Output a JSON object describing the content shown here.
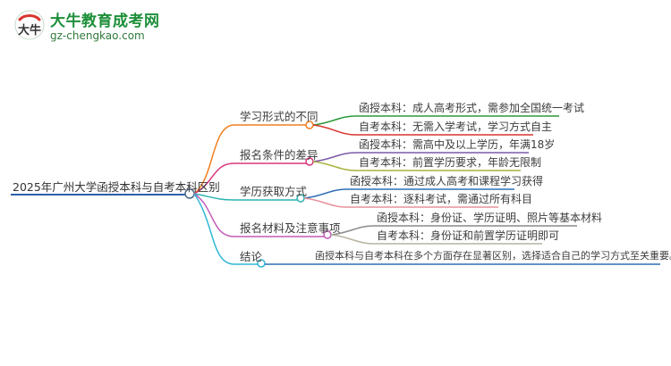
{
  "logo": {
    "name": "大牛教育成考网",
    "url": "gz-chengkao.com",
    "mark_text": "大牛"
  },
  "root": {
    "label": "2025年广州大学函授本科与自考本科区别"
  },
  "branches": [
    {
      "label": "学习形式的不同",
      "color": "#f07f1f",
      "children": [
        {
          "label": "函授本科：成人高考形式，需参加全国统一考试",
          "color": "#2c9a3a"
        },
        {
          "label": "自考本科：无需入学考试，学习方式自主",
          "color": "#d9352f"
        }
      ]
    },
    {
      "label": "报名条件的差异",
      "color": "#d9367a",
      "children": [
        {
          "label": "函授本科：需高中及以上学历，年满18岁",
          "color": "#7b5aa8"
        },
        {
          "label": "自考本科：前置学历要求，年龄无限制",
          "color": "#a8b23a"
        }
      ]
    },
    {
      "label": "学历获取方式",
      "color": "#2bb3b3",
      "children": [
        {
          "label": "函授本科：通过成人高考和课程学习获得",
          "color": "#2e6fb5"
        },
        {
          "label": "自考本科：逐科考试，需通过所有科目",
          "color": "#e8909b"
        }
      ]
    },
    {
      "label": "报名材料及注意事项",
      "color": "#c25bb8",
      "children": [
        {
          "label": "函授本科：身份证、学历证明、照片等基本材料",
          "color": "#8a8a8a"
        },
        {
          "label": "自考本科：身份证和前置学历证明即可",
          "color": "#b6b3a0"
        }
      ]
    },
    {
      "label": "结论",
      "color": "#2fb7d6",
      "children": [
        {
          "label": "函授本科与自考本科在多个方面存在显著区别，选择适合自己的学习方式至关重要。",
          "color": "#2e6fb5"
        }
      ]
    }
  ]
}
